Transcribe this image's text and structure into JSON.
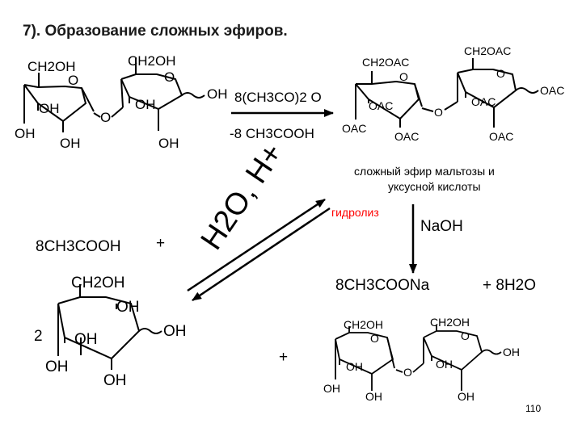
{
  "slide": {
    "title": "7). Образование сложных эфиров.",
    "page_number": "110"
  },
  "reaction1": {
    "reagent": "8(CH3CO)2 O",
    "byproduct": "-8 CH3COOH",
    "ester_caption_line1": "сложный эфир мальтозы и",
    "ester_caption_line2": "уксусной кислоты"
  },
  "hydrolysis": {
    "label": "гидролиз",
    "base": "NaOH",
    "catalyst": "H2O, H+",
    "sodium_acetate": "8CH3COONa",
    "water": "+ 8H2O",
    "acetic_acid": "8CH3COOH",
    "plus": "+",
    "glucose_coefficient": "2"
  },
  "groups": {
    "ch2oh": "CH2OH",
    "ch2oac": "CH2OAC",
    "oh": "OH",
    "oac": "OAC",
    "o": "O"
  },
  "colors": {
    "text": "#000000",
    "hydrolysis_label": "#ff0000",
    "background": "#ffffff"
  }
}
